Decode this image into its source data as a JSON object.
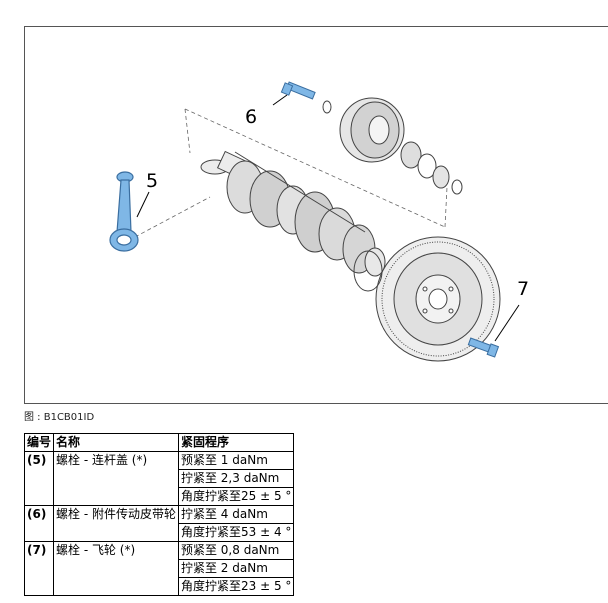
{
  "figure": {
    "callouts": [
      "5",
      "6",
      "7"
    ]
  },
  "caption": "图 : B1CB01ID",
  "table": {
    "headers": [
      "编号",
      "名称",
      "紧固程序"
    ],
    "groups": [
      {
        "number": "(5)",
        "name": "螺栓 - 连杆盖 (*)",
        "steps": [
          "预紧至 1 daNm",
          "拧紧至 2,3 daNm",
          "角度拧紧至25 ± 5 °"
        ]
      },
      {
        "number": "(6)",
        "name": "螺栓 - 附件传动皮带轮",
        "steps": [
          "拧紧至 4 daNm",
          "角度拧紧至53 ± 4 °"
        ]
      },
      {
        "number": "(7)",
        "name": "螺栓 - 飞轮 (*)",
        "steps": [
          "预紧至 0,8 daNm",
          "拧紧至 2 daNm",
          "角度拧紧至23 ± 5 °"
        ]
      }
    ]
  },
  "colors": {
    "highlight_part": "#7fb7e6",
    "line": "#444444"
  }
}
